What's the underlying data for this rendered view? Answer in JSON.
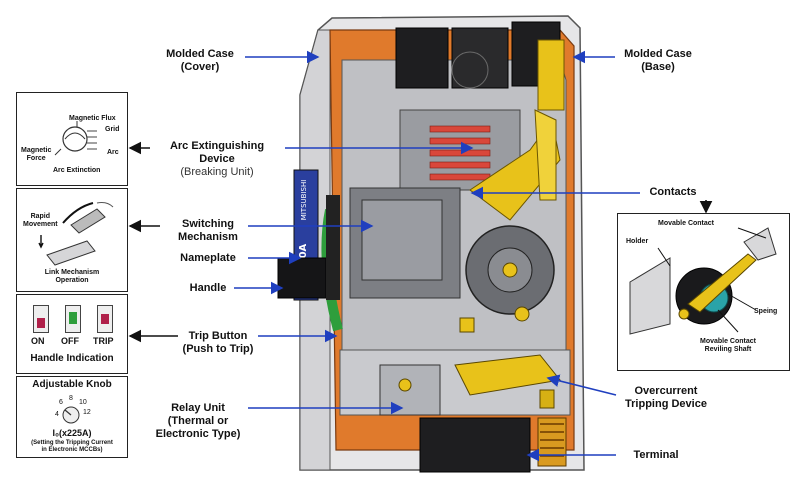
{
  "labels": {
    "molded_case_cover": [
      "Molded Case",
      "(Cover)"
    ],
    "molded_case_base": [
      "Molded Case",
      "(Base)"
    ],
    "arc_device": [
      "Arc Extinguishing",
      "Device"
    ],
    "arc_device_sub": "(Breaking Unit)",
    "contacts": "Contacts",
    "switching": [
      "Switching",
      "Mechanism"
    ],
    "nameplate": "Nameplate",
    "handle": "Handle",
    "trip_button": [
      "Trip Button",
      "(Push to Trip)"
    ],
    "relay_unit": [
      "Relay Unit",
      "(Thermal or",
      "Electronic Type)"
    ],
    "overcurrent": [
      "Overcurrent",
      "Tripping Device"
    ],
    "terminal": "Terminal"
  },
  "inset_arc": {
    "magnetic_flux": "Magnetic Flux",
    "grid": "Grid",
    "magnetic_force": [
      "Magnetic",
      "Force"
    ],
    "arc": "Arc",
    "arc_extinction": "Arc Extinction"
  },
  "inset_link": {
    "rapid_movement": [
      "Rapid",
      "Movement"
    ],
    "caption": [
      "Link Mechanism",
      "Operation"
    ]
  },
  "inset_handle": {
    "states": [
      "ON",
      "OFF",
      "TRIP"
    ],
    "caption": "Handle Indication"
  },
  "inset_knob": {
    "title": "Adjustable Knob",
    "dial_numbers": [
      "6",
      "8",
      "10",
      "12",
      "4"
    ],
    "formula": "I₀(x225A)",
    "caption": [
      "(Setting the Tripping Current",
      "in Electronic MCCBs)"
    ]
  },
  "inset_contacts": {
    "movable_contact": "Movable Contact",
    "holder": "Holder",
    "spring": "Speing",
    "shaft": [
      "Movable Contact",
      "Reviling Shaft"
    ]
  },
  "nameplate_text": [
    "MITSUBISHI",
    "250A"
  ],
  "colors": {
    "arrow_blue": "#1f3fbf",
    "case_orange": "#e07a2c",
    "handle_green": "#2e9e3c",
    "contact_yellow": "#e8c21a",
    "arc_red": "#d9473a"
  }
}
